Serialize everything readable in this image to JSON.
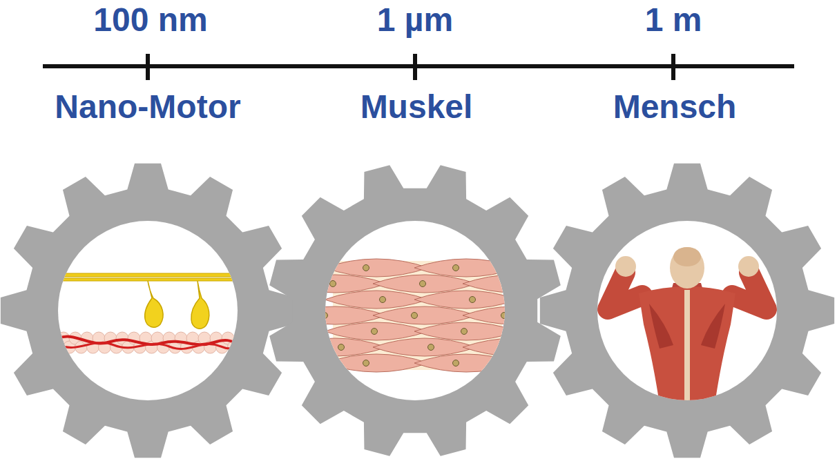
{
  "diagram": {
    "labels": [
      "100 nm",
      "1 µm",
      "1 m",
      "Nano-Motor",
      "Muskel",
      "Mensch"
    ]
  }
}
